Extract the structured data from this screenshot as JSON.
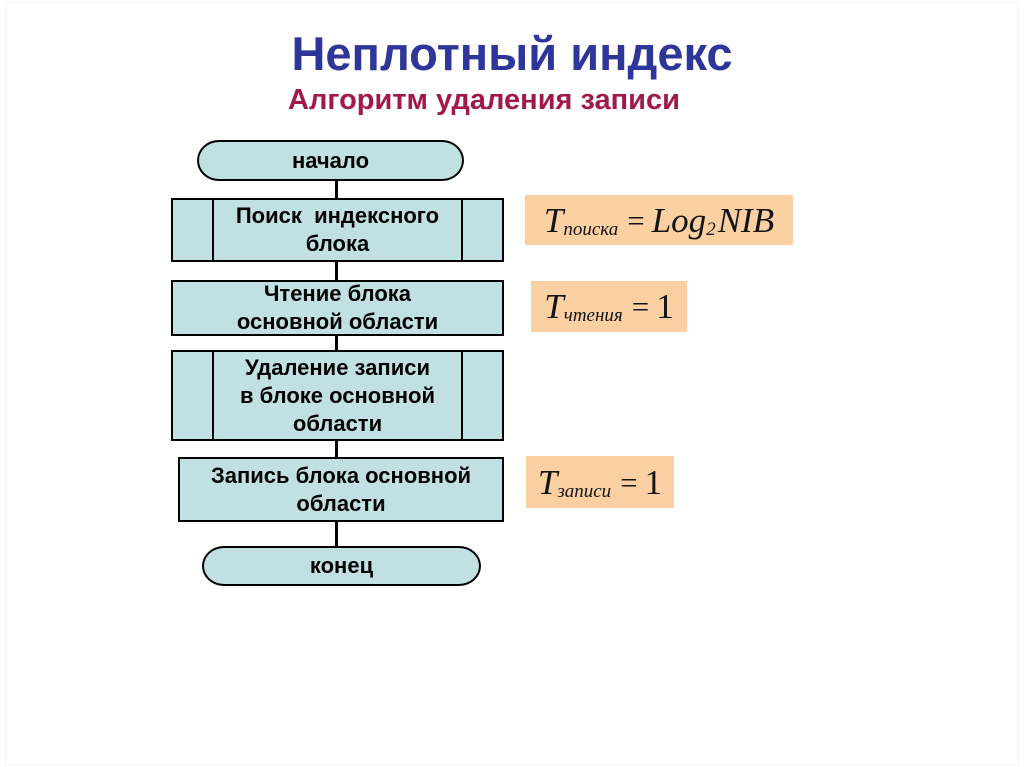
{
  "slide": {
    "title": "Неплотный индекс",
    "subtitle": "Алгоритм удаления записи"
  },
  "flowchart": {
    "nodes": [
      {
        "id": "start",
        "type": "terminator",
        "label": "начало"
      },
      {
        "id": "search",
        "type": "predefined-process",
        "label": "Поиск  индексного\nблока"
      },
      {
        "id": "read",
        "type": "process",
        "label": "Чтение блока\nосновной области"
      },
      {
        "id": "delete",
        "type": "predefined-process",
        "label": "Удаление записи\nв блоке основной\nобласти"
      },
      {
        "id": "write",
        "type": "process",
        "label": "Запись блока основной\nобласти"
      },
      {
        "id": "end",
        "type": "terminator",
        "label": "конец"
      }
    ]
  },
  "formulas": [
    {
      "lhs": "T",
      "lhs_sub": "поиска",
      "eq": "=",
      "rhs": "Log",
      "rhs_sub": "2",
      "rhs_tail": "NIB"
    },
    {
      "lhs": "T",
      "lhs_sub": "чтения",
      "eq": "=",
      "rhs": "1",
      "rhs_sub": "",
      "rhs_tail": ""
    },
    {
      "lhs": "T",
      "lhs_sub": "записи",
      "eq": "=",
      "rhs": "1",
      "rhs_sub": "",
      "rhs_tail": ""
    }
  ],
  "colors": {
    "title_blue": "#2F3699",
    "subtitle_crimson": "#A1184B",
    "shape_fill": "#C1E0E2",
    "formula_fill": "#FACFA2",
    "line_black": "#000000",
    "background": "#FFFFFF"
  }
}
